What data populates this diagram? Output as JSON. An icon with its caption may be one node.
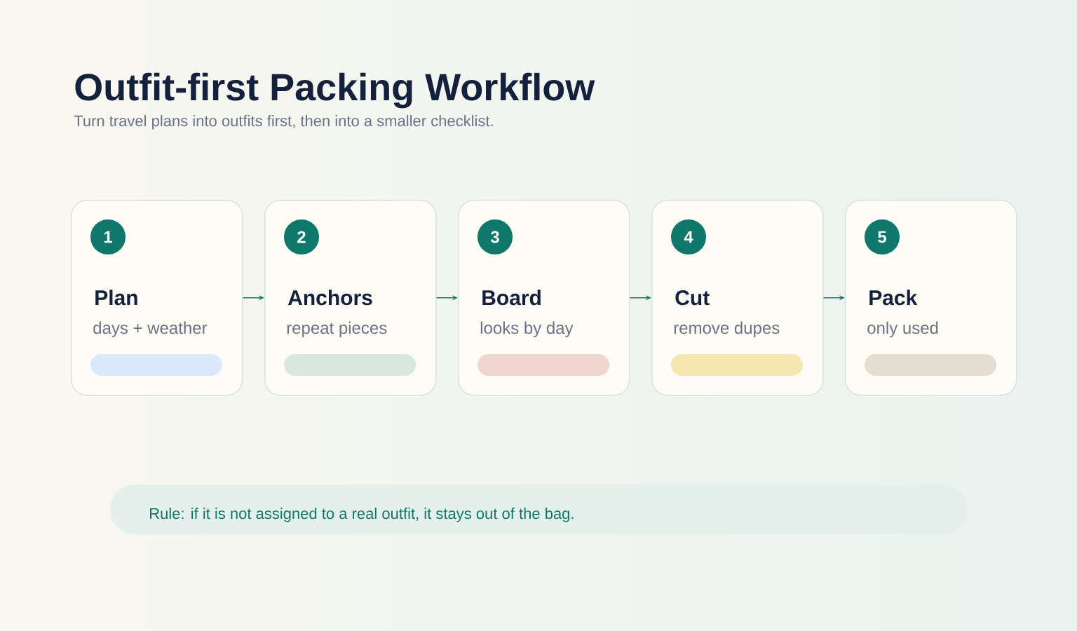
{
  "diagram": {
    "title": "Outfit-first Packing Workflow",
    "nodes": [
      {
        "text": [
          "Plan",
          "days + weather"
        ]
      },
      {
        "text": [
          "1"
        ],
        "in": 0
      },
      {
        "text": [
          "Anchors",
          "repeat pieces"
        ]
      },
      {
        "text": [
          "2"
        ],
        "in": 2
      },
      {
        "text": [
          "Board",
          "looks by day"
        ]
      },
      {
        "text": [
          "3"
        ],
        "in": 4
      },
      {
        "text": [
          "Cut",
          "remove dupes"
        ]
      },
      {
        "text": [
          "4"
        ],
        "in": 6
      },
      {
        "text": [
          "Pack",
          "only used"
        ]
      },
      {
        "text": [
          "5"
        ],
        "in": 8
      },
      {
        "text": [
          "Rule: if it is not assigned to a real outfit, it stays out of the bag."
        ]
      }
    ],
    "edges": [
      {
        "from": 0,
        "to": 2,
        "arrow": "to"
      },
      {
        "from": 2,
        "to": 4,
        "arrow": "to"
      },
      {
        "from": 4,
        "to": 6,
        "arrow": "to"
      },
      {
        "from": 6,
        "to": 8,
        "arrow": "to"
      }
    ],
    "labels": [
      "Turn travel plans into outfits first, then into a smaller checklist."
    ]
  }
}
